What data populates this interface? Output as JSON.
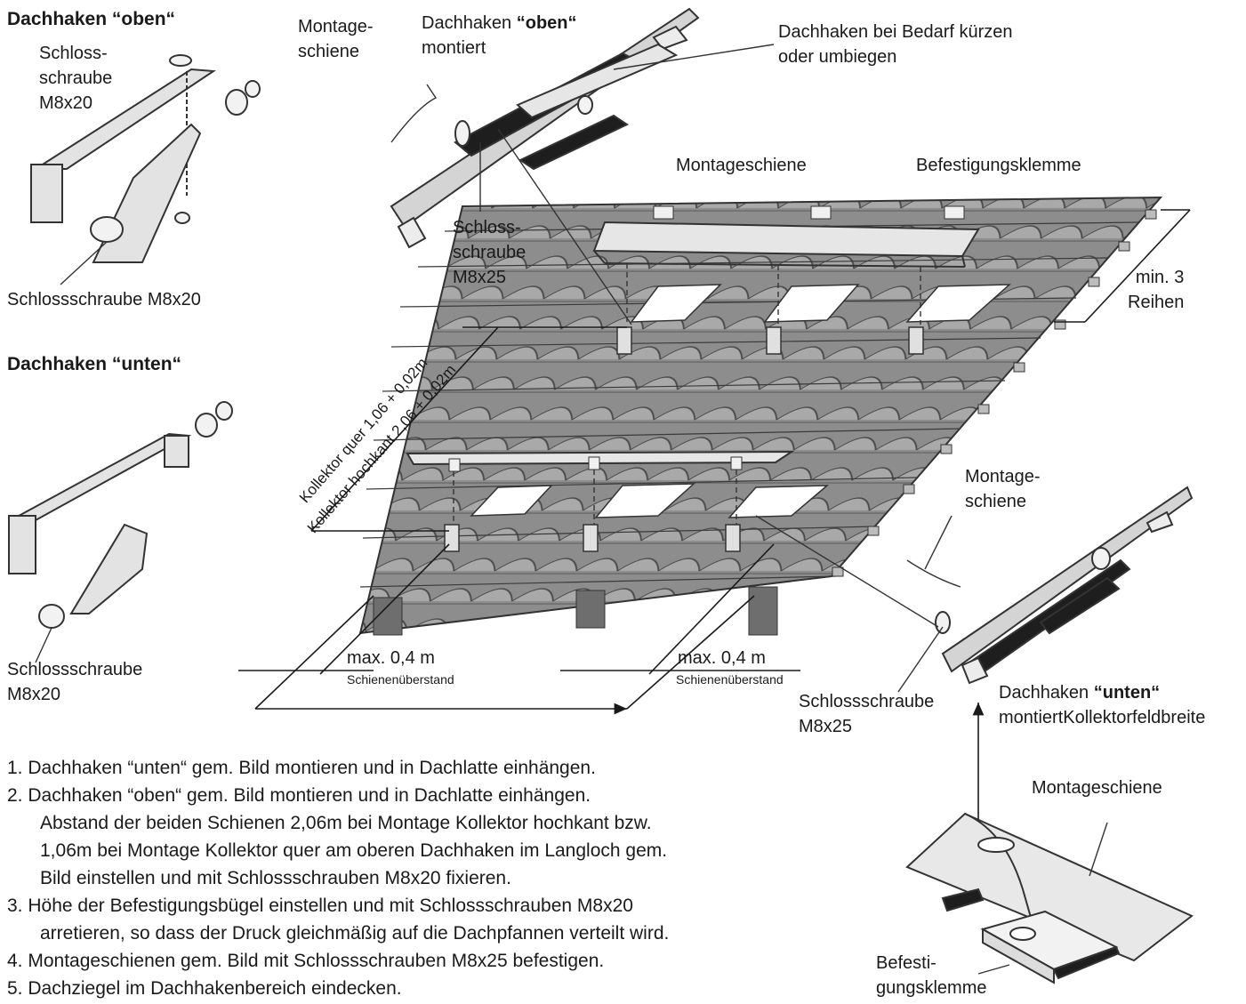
{
  "labels": {
    "top_left_header_prefix": "Dachhaken ",
    "top_left_header_bold": "“oben“",
    "top_left_bolt": [
      "Schloss-",
      "schraube",
      "M8x20"
    ],
    "top_left_bottom_bolt": "Schlossschraube M8x20",
    "bottom_left_header": "Dachhaken “unten“",
    "bottom_left_bolt": [
      "Schlossschraube",
      "M8x20"
    ],
    "top_detail_rail": [
      "Montage-",
      "schiene"
    ],
    "top_detail_title_prefix": "Dachhaken ",
    "top_detail_title_bold": "“oben“",
    "top_detail_title_suffix": "montiert",
    "top_detail_shorten": [
      "Dachhaken bei Bedarf kürzen",
      "oder umbiegen"
    ],
    "top_detail_bolt": [
      "Schloss-",
      "schraube",
      "M8x25"
    ],
    "main_rail": "Montageschiene",
    "main_clamp": "Befestigungsklemme",
    "min_rows": [
      "min. 3",
      "Reihen"
    ],
    "collector_quer": "Kollektor quer 1,06 + 0,02m",
    "collector_hochkant": "Kollektor hochkant 2,06 + 0,02m",
    "overhang_left": "max. 0,4 m",
    "overhang_left_sub": "Schienenüberstand",
    "overhang_right": "max. 0,4 m",
    "overhang_right_sub": "Schienenüberstand",
    "bottom_detail_rail": [
      "Montage-",
      "schiene"
    ],
    "bottom_detail_bolt": [
      "Schlossschraube",
      "M8x25"
    ],
    "bottom_detail_title_prefix": "Dachhaken ",
    "bottom_detail_title_bold": "“unten“",
    "bottom_detail_title_suffix": "montiertKollektorfeldbreite",
    "clamp_detail_rail": "Montageschiene",
    "clamp_detail_clamp": [
      "Befesti-",
      "gungsklemme"
    ]
  },
  "steps": [
    {
      "n": "1.",
      "text": "Dachhaken “unten“ gem. Bild montieren und in Dachlatte einhängen.",
      "cont": []
    },
    {
      "n": "2.",
      "text": "Dachhaken “oben“ gem. Bild montieren und in Dachlatte einhängen.",
      "cont": [
        "Abstand der beiden Schienen 2,06m bei Montage Kollektor hochkant bzw.",
        "1,06m bei Montage Kollektor quer am oberen Dachhaken im Langloch gem.",
        "Bild einstellen und mit Schlossschrauben M8x20 fixieren."
      ]
    },
    {
      "n": "3.",
      "text": "Höhe der Befestigungsbügel einstellen und mit Schlossschrauben M8x20",
      "cont": [
        "arretieren, so dass der Druck gleichmäßig auf die Dachpfannen verteilt wird."
      ]
    },
    {
      "n": "4.",
      "text": "Montageschienen gem. Bild mit Schlossschrauben M8x25 befestigen.",
      "cont": []
    },
    {
      "n": "5.",
      "text": "Dachziegel im Dachhakenbereich eindecken.",
      "cont": []
    }
  ],
  "colors": {
    "tile": "#9a9a9a",
    "tile_dark": "#6e6e6e",
    "metal": "#d6d6d6",
    "ink": "#1a1a1a"
  }
}
